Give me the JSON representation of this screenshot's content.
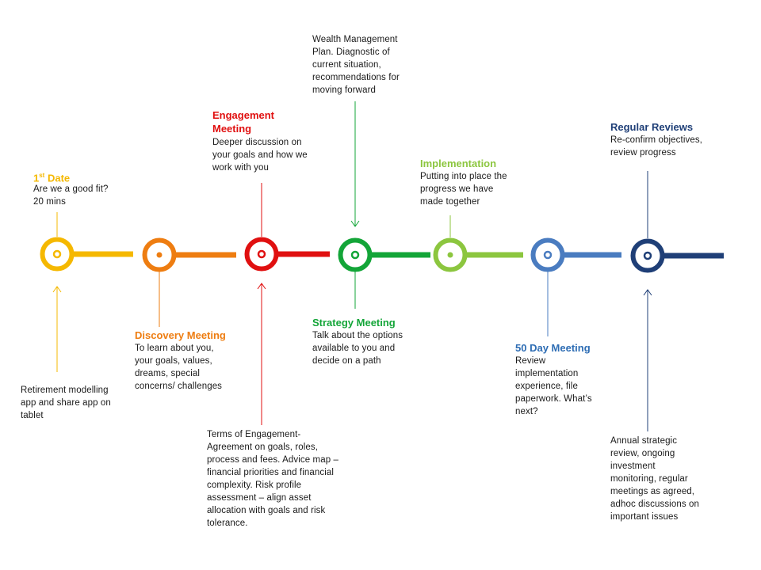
{
  "stages": [
    {
      "id": "first-date",
      "title_main": "1",
      "title_sup": "st",
      "title_rest": " Date",
      "color": "#F5B800",
      "description": "Are we a good fit?\n20 mins",
      "note": "Retirement modelling\napp and share app on\ntablet"
    },
    {
      "id": "discovery",
      "title": "Discovery Meeting",
      "color": "#EE7D11",
      "description": "To learn about you,\nyour goals, values,\ndreams, special\nconcerns/ challenges"
    },
    {
      "id": "engagement",
      "title": "Engagement\nMeeting",
      "color": "#E01010",
      "description": "Deeper  discussion on\nyour goals and how we\nwork with you",
      "note": "Terms of Engagement-\nAgreement  on goals, roles,\nprocess and fees. Advice map –\nfinancial priorities and financial\ncomplexity. Risk profile\nassessment – align asset\nallocation with goals and risk\ntolerance."
    },
    {
      "id": "strategy",
      "title": "Strategy Meeting",
      "color": "#13A538",
      "description": "Talk about the options\navailable to you and\ndecide on a path",
      "note": "Wealth Management\nPlan. Diagnostic of\ncurrent situation,\nrecommendations for\nmoving forward"
    },
    {
      "id": "implementation",
      "title": "Implementation",
      "color": "#8CC63F",
      "description": "Putting into place the\nprogress we have\nmade together"
    },
    {
      "id": "fifty-day",
      "title": "50 Day Meeting",
      "color": "#4A7CC0",
      "title_color": "#2E6DB4",
      "description": "Review\nimplementation\nexperience, file\npaperwork. What’s\nnext?"
    },
    {
      "id": "regular-reviews",
      "title": "Regular Reviews",
      "color": "#1F3F77",
      "description": "Re-confirm objectives,\nreview progress",
      "note": "Annual strategic\nreview, ongoing\ninvestment\nmonitoring, regular\nmeetings as agreed,\nadhoc discussions on\nimportant issues"
    }
  ]
}
